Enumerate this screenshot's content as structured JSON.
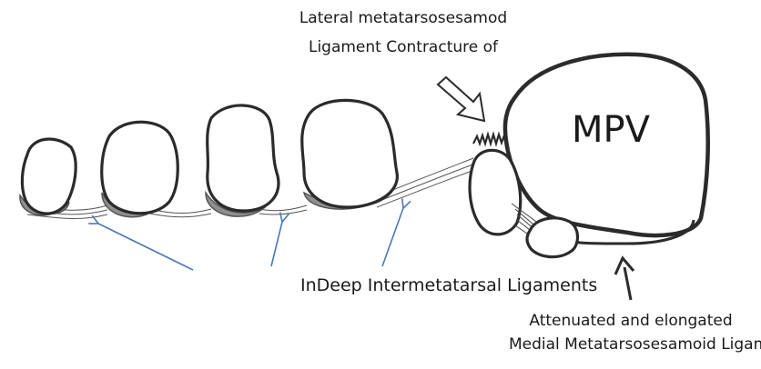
{
  "labels": {
    "lateral_line1": "Lateral metatarsosesamod",
    "lateral_line2": "Ligament Contracture of",
    "deep_ligaments": "InDeep Intermetatarsal Ligaments",
    "medial_line1": "Attenuated and elongated",
    "medial_line2": "Medial Metatarsosesamoid Ligament",
    "mpv": "MPV"
  },
  "colors": {
    "outline": "#2b2b2b",
    "shadow": "#8f8f8f",
    "pointer_arrow": "#4a78b5",
    "background": "#ffffff"
  }
}
